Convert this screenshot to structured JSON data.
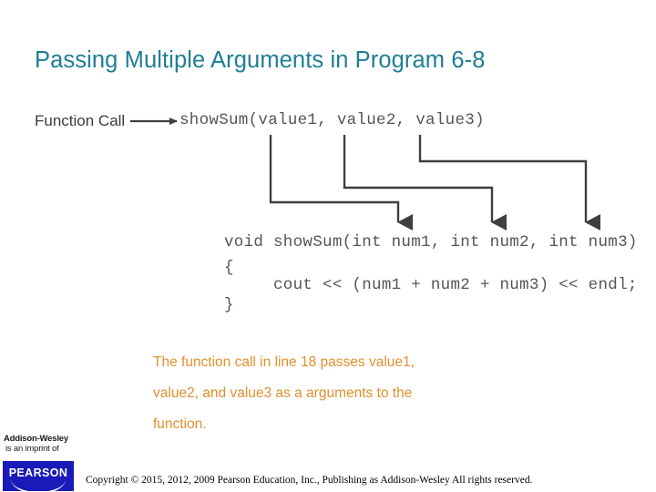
{
  "slide": {
    "title": "Passing Multiple Arguments in Program 6-8",
    "title_color": "#1f7e95"
  },
  "diagram": {
    "label": "Function Call",
    "call_line": "showSum(value1, value2, value3)",
    "prototype_line": "void showSum(int num1, int num2, int num3)",
    "brace_open": "{",
    "body_line": "     cout << (num1 + num2 + num3) << endl;",
    "brace_close": "}",
    "arguments": [
      "value1",
      "value2",
      "value3"
    ],
    "parameters": [
      "num1",
      "num2",
      "num3"
    ],
    "line_color": "#3f3f3f"
  },
  "caption": {
    "color": "#e0902f",
    "lines": [
      "The function call in line 18 passes value1,",
      "value2, and value3 as a arguments to the",
      "function."
    ]
  },
  "footer": {
    "imprint_line1": "Addison-Wesley",
    "imprint_line2": "is an imprint of",
    "logo_text": "PEARSON",
    "logo_color": "#1a1ab8",
    "copyright": "Copyright © 2015, 2012, 2009 Pearson Education, Inc., Publishing as Addison-Wesley All rights reserved."
  }
}
